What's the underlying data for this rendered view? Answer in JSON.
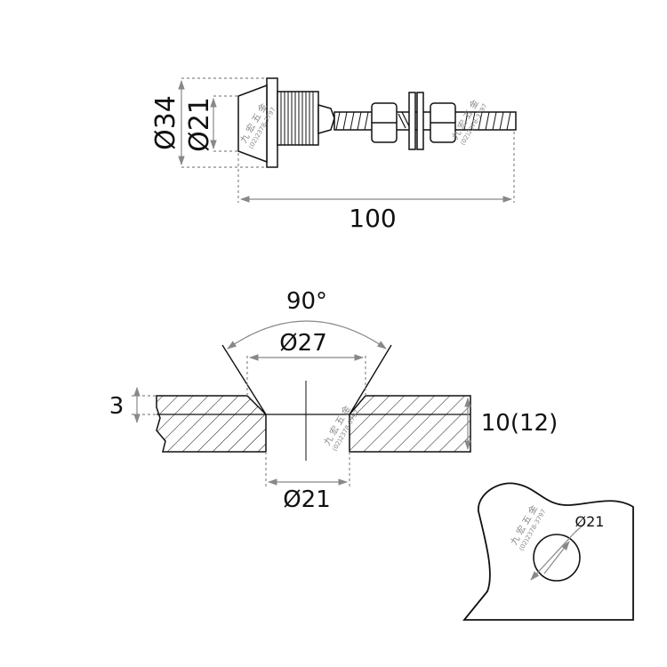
{
  "top_view": {
    "dia_outer": "Ø34",
    "dia_inner": "Ø21",
    "length": "100"
  },
  "section_view": {
    "angle": "90°",
    "dia_top": "Ø27",
    "thickness_top": "3",
    "thickness_total": "10(12)",
    "dia_bottom": "Ø21"
  },
  "plate_view": {
    "hole_dia": "Ø21"
  },
  "watermark": {
    "name": "九 宏 五 金",
    "phone": "(02)2378-3797"
  },
  "colors": {
    "line": "#111111",
    "dimension": "#888888",
    "watermark": "#999999"
  }
}
